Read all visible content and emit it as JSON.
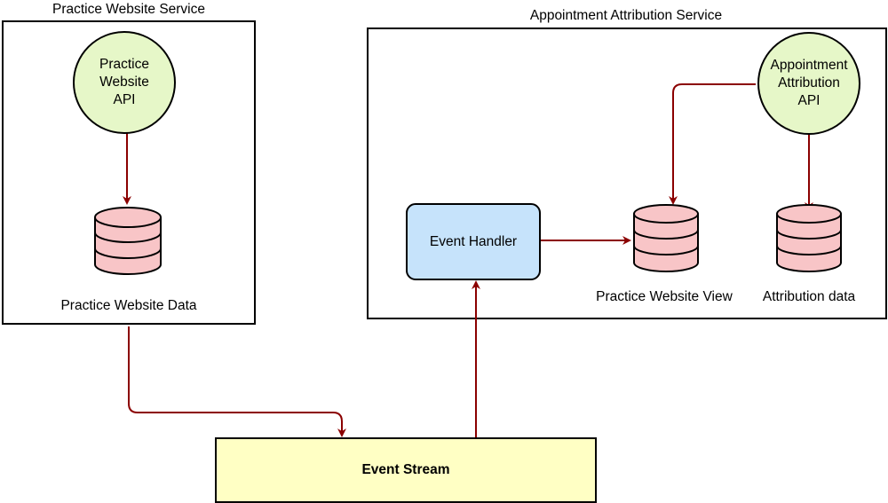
{
  "containers": {
    "practice_website_service": {
      "title": "Practice Website Service"
    },
    "appointment_attribution_service": {
      "title": "Appointment Attribution Service"
    }
  },
  "nodes": {
    "practice_website_api": {
      "label": "Practice\nWebsite\nAPI",
      "shape": "circle",
      "fill": "#e6f7c8"
    },
    "practice_website_data": {
      "label": "Practice Website Data",
      "shape": "database",
      "fill": "#f8c5c7"
    },
    "appointment_attribution_api": {
      "label": "Appointment\nAttribution\nAPI",
      "shape": "circle",
      "fill": "#e6f7c8"
    },
    "event_handler": {
      "label": "Event Handler",
      "shape": "rounded-rectangle",
      "fill": "#c6e3fb"
    },
    "practice_website_view": {
      "label": "Practice Website View",
      "shape": "database",
      "fill": "#f8c5c7"
    },
    "attribution_data": {
      "label": "Attribution data",
      "shape": "database",
      "fill": "#f8c5c7"
    },
    "event_stream": {
      "label": "Event Stream",
      "shape": "rectangle",
      "fill": "#ffffc4"
    }
  },
  "edges": [
    {
      "from": "Practice Website API",
      "to": "Practice Website Data"
    },
    {
      "from": "Practice Website Data",
      "to": "Event Stream"
    },
    {
      "from": "Event Stream",
      "to": "Event Handler"
    },
    {
      "from": "Event Handler",
      "to": "Practice Website View"
    },
    {
      "from": "Appointment Attribution API",
      "to": "Practice Website View"
    },
    {
      "from": "Appointment Attribution API",
      "to": "Attribution data"
    }
  ],
  "colors": {
    "edge": "#8b0000",
    "stroke": "#000000"
  }
}
